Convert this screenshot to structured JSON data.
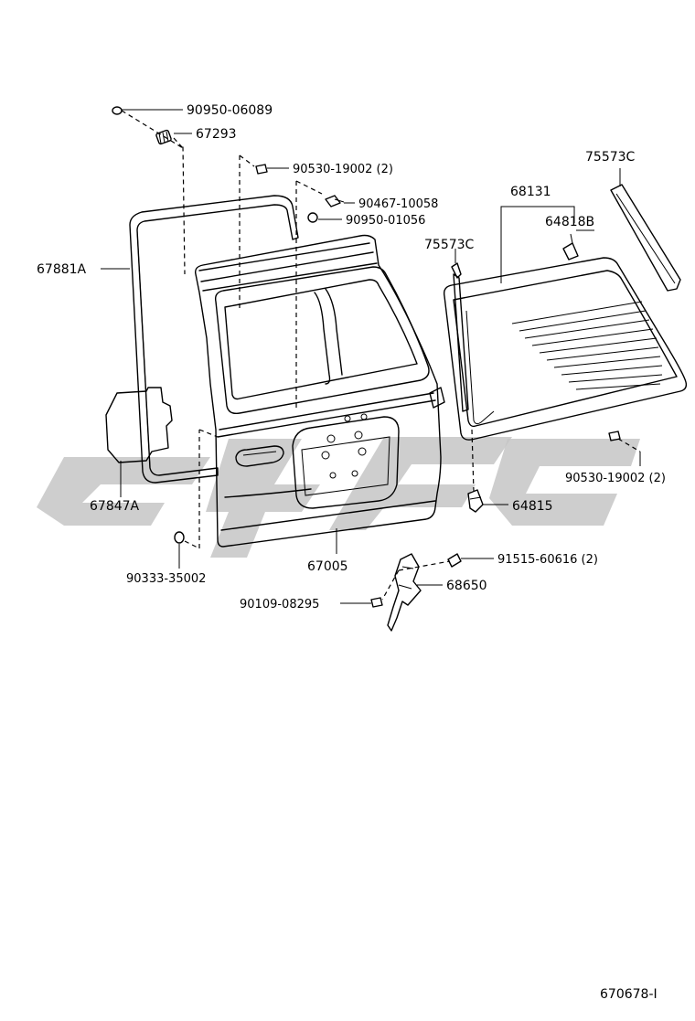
{
  "diagram": {
    "code": "670678-I",
    "watermark_text": "",
    "parts": [
      {
        "id": "p1",
        "number": "90950-06089"
      },
      {
        "id": "p2",
        "number": "67293"
      },
      {
        "id": "p3",
        "number": "90530-19002 (2)"
      },
      {
        "id": "p4",
        "number": "90467-10058"
      },
      {
        "id": "p5",
        "number": "90950-01056"
      },
      {
        "id": "p6",
        "number": "67881A"
      },
      {
        "id": "p7",
        "number": "67847A"
      },
      {
        "id": "p8",
        "number": "90333-35002"
      },
      {
        "id": "p9",
        "number": "67005"
      },
      {
        "id": "p10",
        "number": "90109-08295"
      },
      {
        "id": "p11",
        "number": "68650"
      },
      {
        "id": "p12",
        "number": "91515-60616 (2)"
      },
      {
        "id": "p13",
        "number": "64815"
      },
      {
        "id": "p14",
        "number": "90530-19002 (2)"
      },
      {
        "id": "p15",
        "number": "75573C"
      },
      {
        "id": "p16",
        "number": "68131"
      },
      {
        "id": "p17",
        "number": "64818B"
      },
      {
        "id": "p18",
        "number": "75573C"
      }
    ]
  }
}
